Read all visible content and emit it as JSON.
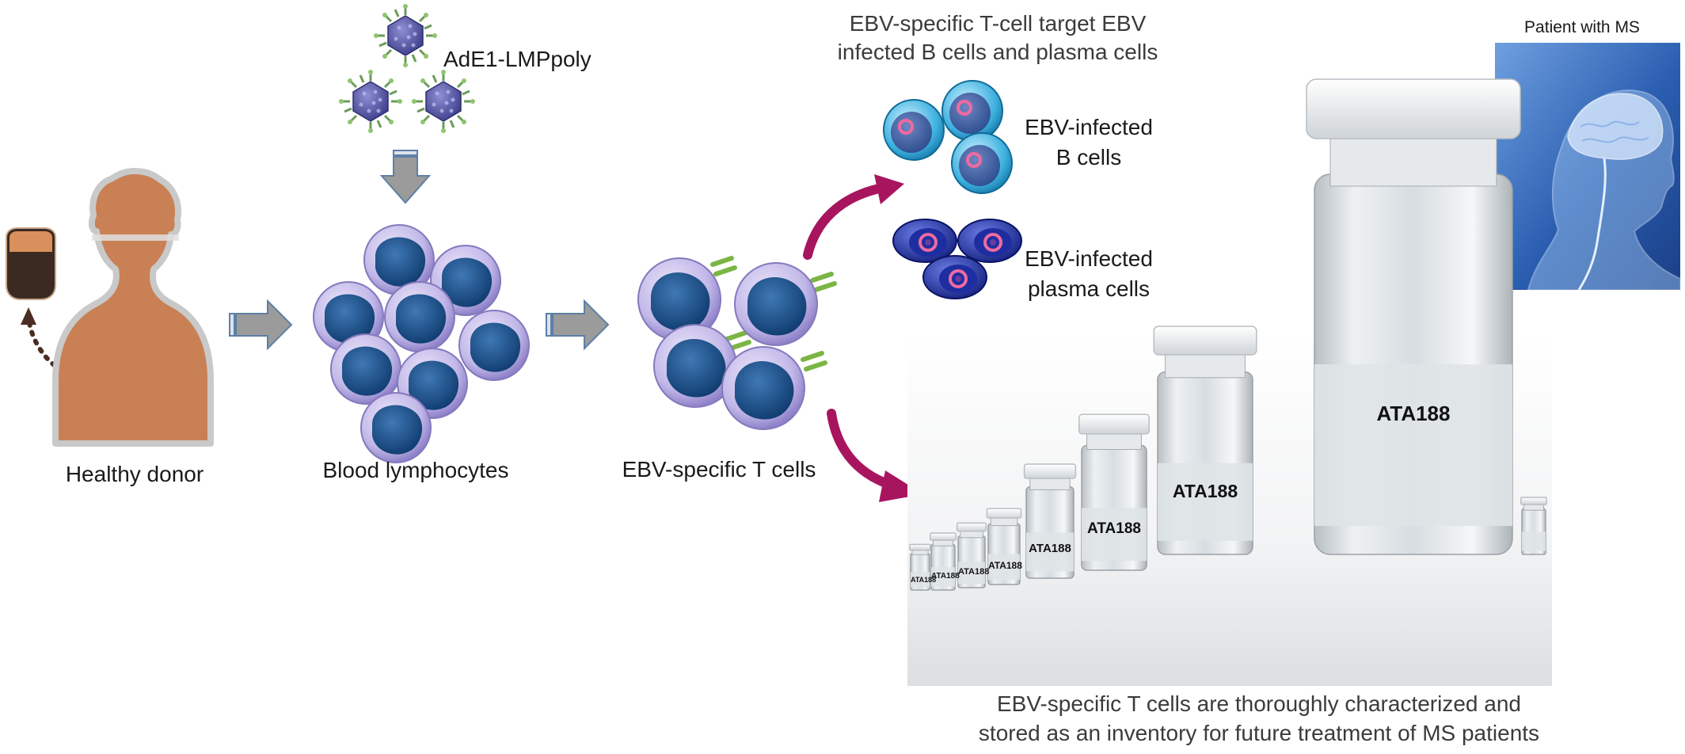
{
  "labels": {
    "healthy_donor": "Healthy donor",
    "blood_lymphocytes": "Blood lymphocytes",
    "vector": "AdE1-LMPpoly",
    "ebv_t_cells": "EBV-specific T cells",
    "target_line1": "EBV-specific T-cell target EBV",
    "target_line2": "infected B cells and plasma cells",
    "b_cells_line1": "EBV-infected",
    "b_cells_line2": "B cells",
    "plasma_line1": "EBV-infected",
    "plasma_line2": "plasma cells",
    "patient": "Patient  with MS",
    "inventory_line1": "EBV-specific T cells are thoroughly characterized and",
    "inventory_line2": "stored as an inventory for future treatment of MS patients"
  },
  "vial_label": "ATA188",
  "icons": [
    "blood-bag-icon",
    "person-silhouette-icon",
    "virus-icon",
    "lymphocyte-icon",
    "t-cell-icon",
    "b-cell-icon",
    "plasma-cell-icon",
    "brain-head-icon",
    "vial-icon"
  ],
  "colors": {
    "arrow_magenta": "#a8155f",
    "arrow_gray": "#9b9b9b",
    "arrow_blue_outline": "#5d7fa6",
    "skin": "#c98054",
    "cell_nucleus": "#1c4f87",
    "cell_membrane": "#c6bdea",
    "b_cell_membrane": "#3aa8d6",
    "plasma_cell": "#2b3fb5",
    "virus": "#5d5da9",
    "panel_blue": "#2f62b3"
  }
}
